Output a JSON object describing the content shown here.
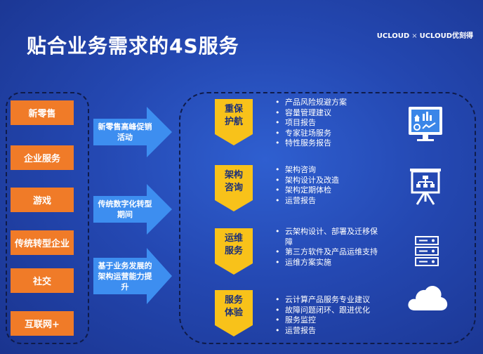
{
  "title": "贴合业务需求的4S服务",
  "brand": {
    "left": "UCLOUD",
    "sep": "×",
    "right": "UCLOUD优刻得"
  },
  "industries": [
    "新零售",
    "企业服务",
    "游戏",
    "传统转型企业",
    "社交",
    "互联网+"
  ],
  "scenarios": [
    "新零售高峰促销活动",
    "传统数字化转型期间",
    "基于业务发展的架构运营能力提升"
  ],
  "services": [
    {
      "label": "重保\n护航",
      "items": [
        "产品风险规避方案",
        "容量管理建议",
        "项目报告",
        "专家驻场服务",
        "特性服务报告"
      ],
      "icon": "dashboard-monitor-icon"
    },
    {
      "label": "架构\n咨询",
      "items": [
        "架构咨询",
        "架构设计及改造",
        "架构定期体检",
        "运营报告"
      ],
      "icon": "presentation-board-icon"
    },
    {
      "label": "运维\n服务",
      "items": [
        "云架构设计、部署及迁移保障",
        "第三方软件及产品运维支持",
        "运维方案实施"
      ],
      "icon": "server-stack-icon"
    },
    {
      "label": "服务\n体验",
      "items": [
        "云计算产品服务专业建议",
        "故障问题闭环、跟进优化",
        "服务监控",
        "运营报告"
      ],
      "icon": "cloud-icon"
    }
  ],
  "colors": {
    "orange": "#f07b28",
    "yellow": "#f8c21a",
    "arrow_blue": "#3d8ef0",
    "dark": "#0f1b4a"
  }
}
